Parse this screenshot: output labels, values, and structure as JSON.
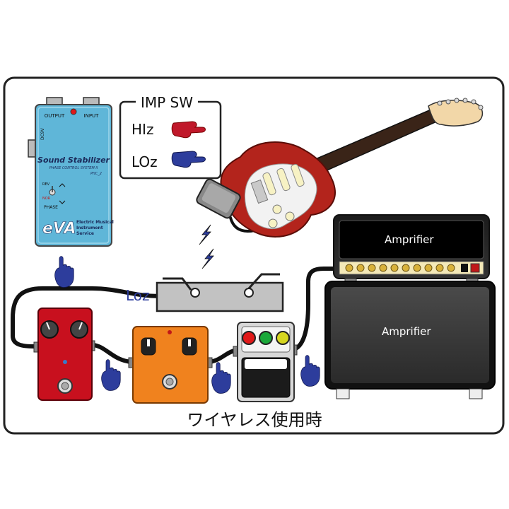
{
  "caption": "ワイヤレス使用時",
  "imp_sw": {
    "title": "IMP SW",
    "hiz_label": "HIz",
    "loz_label": "LOz"
  },
  "stabilizer": {
    "output_label": "OUTPUT",
    "input_label": "INPUT",
    "side_label": "DC9V",
    "name": "Sound Stabilizer",
    "subtitle": "PHASE CONTROL SYSTEM II",
    "model": "PHC_2",
    "rev_label": "REV",
    "nor_label": "NOR",
    "phase_label": "PHASE",
    "brand": "eVA",
    "maker_line1": "Electric Musical",
    "maker_line2": "Instrument",
    "maker_line3": "Service"
  },
  "wireless_receiver_label": "Loz",
  "amp_head": {
    "label": "Amprifier"
  },
  "amp_cabinet": {
    "label": "Amprifier"
  },
  "colors": {
    "pointer_blue": "#2d3d9c",
    "pointer_red": "#c0182a",
    "stabilizer_body": "#5fb6d8",
    "red_pedal": "#c8101e",
    "orange_pedal": "#f0821e",
    "guitar_body": "#b3241c",
    "led_red": "#e01818",
    "led_green": "#1aa83a",
    "led_yellow": "#d6d620"
  }
}
